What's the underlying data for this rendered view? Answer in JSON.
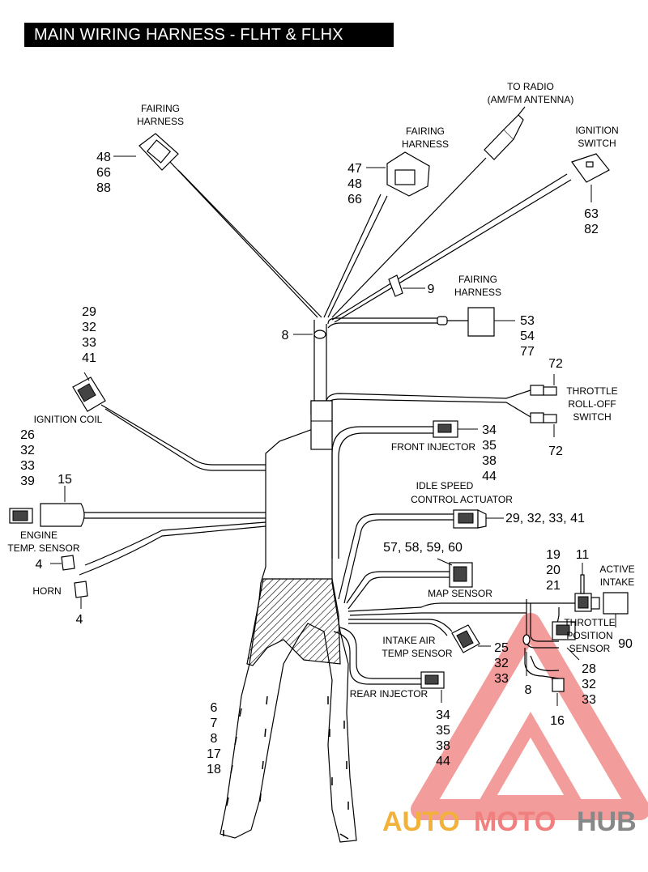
{
  "title": "MAIN WIRING HARNESS - FLHT & FLHX",
  "labels": {
    "fairing_harness_1": [
      "FAIRING",
      "HARNESS"
    ],
    "fairing_harness_2": [
      "FAIRING",
      "HARNESS"
    ],
    "to_radio": [
      "TO RADIO",
      "(AM/FM ANTENNA)"
    ],
    "ignition_switch": [
      "IGNITION",
      "SWITCH"
    ],
    "fairing_harness_3": [
      "FAIRING",
      "HARNESS"
    ],
    "throttle_rolloff": [
      "THROTTLE",
      "ROLL-OFF",
      "SWITCH"
    ],
    "ignition_coil": "IGNITION COIL",
    "front_injector": "FRONT INJECTOR",
    "idle_speed": [
      "IDLE SPEED",
      "CONTROL ACTUATOR"
    ],
    "engine_temp": [
      "ENGINE",
      "TEMP. SENSOR"
    ],
    "horn": "HORN",
    "map_sensor": "MAP SENSOR",
    "active_intake": [
      "ACTIVE",
      "INTAKE"
    ],
    "throttle_position": [
      "THROTTLE",
      "POSITION",
      "SENSOR"
    ],
    "intake_air": [
      "INTAKE AIR",
      "TEMP SENSOR"
    ],
    "rear_injector": "REAR INJECTOR"
  },
  "callouts": {
    "fairing1": [
      "48",
      "66",
      "88"
    ],
    "fairing2": [
      "47",
      "48",
      "66"
    ],
    "ignition_switch": [
      "63",
      "82"
    ],
    "clip_9": "9",
    "clip_8": "8",
    "fairing3": [
      "53",
      "54",
      "77"
    ],
    "throttle_top": "72",
    "throttle_bottom": "72",
    "ignition_coil": [
      "29",
      "32",
      "33",
      "41"
    ],
    "front_injector": [
      "34",
      "35",
      "38",
      "44"
    ],
    "engine_temp_top": [
      "26",
      "32",
      "33",
      "39"
    ],
    "engine_temp_15": "15",
    "idle_speed": "29, 32, 33, 41",
    "map_sensor": "57, 58, 59, 60",
    "active_intake_parts": [
      "19",
      "20",
      "21"
    ],
    "active_intake_11": "11",
    "active_intake_90": "90",
    "horn_4a": "4",
    "horn_4b": "4",
    "intake_air": [
      "25",
      "32",
      "33"
    ],
    "throttle_position": [
      "28",
      "32",
      "33"
    ],
    "clip_8b": "8",
    "clip_16": "16",
    "rear_injector": [
      "34",
      "35",
      "38",
      "44"
    ],
    "main_trunk": [
      "6",
      "7",
      "8",
      "17",
      "18"
    ]
  },
  "watermark": {
    "part1": "AUTO",
    "part2": "MOTO",
    "part3": "HUB",
    "color1": "#f2b13a",
    "color2": "#f07f7f",
    "color3": "#888888"
  }
}
